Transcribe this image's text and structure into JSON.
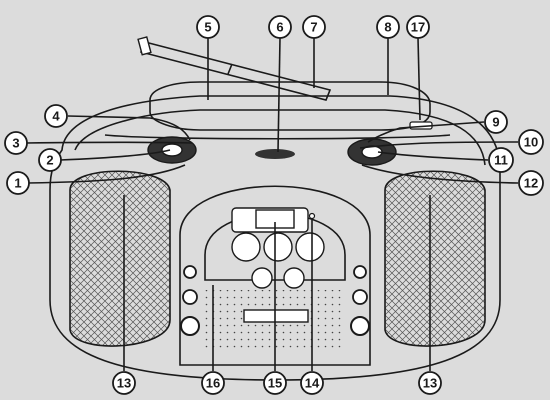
{
  "diagram": {
    "background_color": "#dcdcdc",
    "device_fill": "#ffffff",
    "dark_part_color": "#333333",
    "callouts": [
      {
        "id": "c1",
        "label": "1"
      },
      {
        "id": "c2",
        "label": "2"
      },
      {
        "id": "c3",
        "label": "3"
      },
      {
        "id": "c4",
        "label": "4"
      },
      {
        "id": "c5",
        "label": "5"
      },
      {
        "id": "c6",
        "label": "6"
      },
      {
        "id": "c7",
        "label": "7"
      },
      {
        "id": "c8",
        "label": "8"
      },
      {
        "id": "c9",
        "label": "9"
      },
      {
        "id": "c10",
        "label": "10"
      },
      {
        "id": "c11",
        "label": "11"
      },
      {
        "id": "c12",
        "label": "12"
      },
      {
        "id": "c13a",
        "label": "13"
      },
      {
        "id": "c13b",
        "label": "13"
      },
      {
        "id": "c14",
        "label": "14"
      },
      {
        "id": "c15",
        "label": "15"
      },
      {
        "id": "c16",
        "label": "16"
      },
      {
        "id": "c17",
        "label": "17"
      }
    ]
  }
}
